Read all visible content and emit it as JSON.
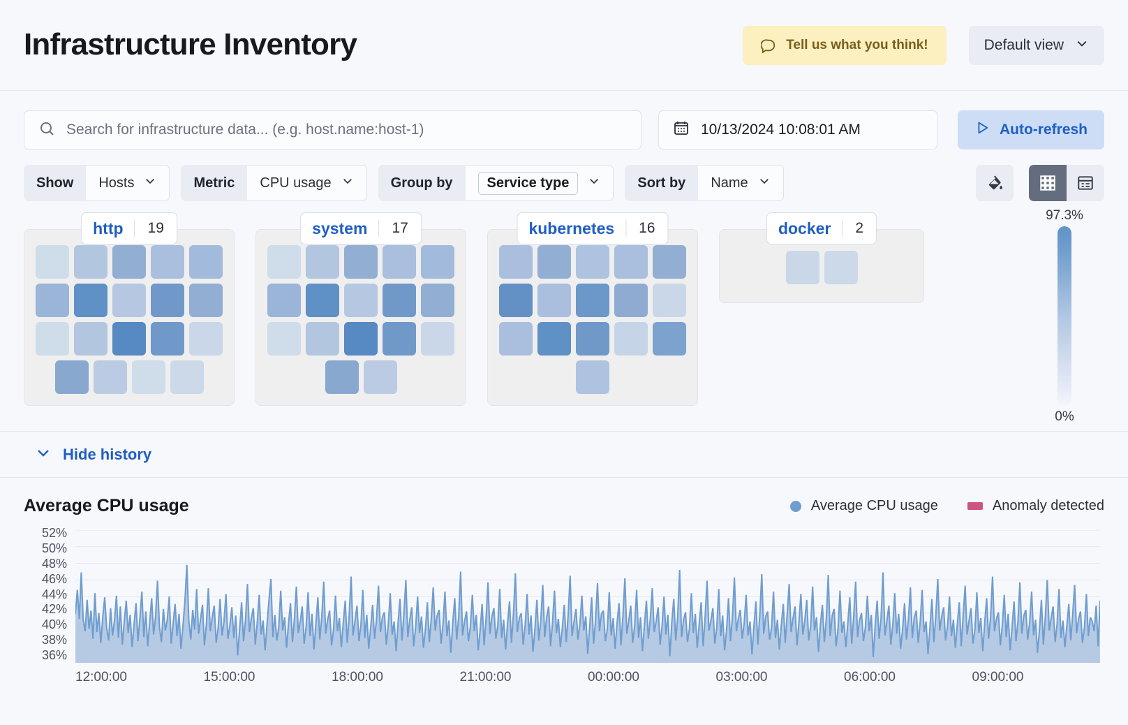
{
  "header": {
    "title": "Infrastructure Inventory",
    "feedback_label": "Tell us what you think!",
    "feedback_icon": "comment-icon",
    "view_label": "Default view",
    "view_icon": "chevron-down-icon"
  },
  "search": {
    "placeholder": "Search for infrastructure data... (e.g. host.name:host-1)",
    "value": "",
    "icon": "search-icon"
  },
  "datepicker": {
    "value": "10/13/2024 10:08:01 AM",
    "icon": "calendar-icon"
  },
  "refresh": {
    "label": "Auto-refresh",
    "icon": "play-icon"
  },
  "filters": [
    {
      "label": "Show",
      "value": "Hosts",
      "boxed": false,
      "icon": "chevron-down-icon"
    },
    {
      "label": "Metric",
      "value": "CPU usage",
      "boxed": false,
      "icon": "chevron-down-icon"
    },
    {
      "label": "Group by",
      "value": "Service type",
      "boxed": true,
      "icon": "chevron-down-icon"
    },
    {
      "label": "Sort by",
      "value": "Name",
      "boxed": false,
      "icon": "chevron-down-icon"
    }
  ],
  "toolbar": {
    "palette_icon": "paint-bucket-icon",
    "grid_view_icon": "grid-view-icon",
    "table_view_icon": "table-view-icon",
    "active_view": "grid"
  },
  "legend_scale": {
    "max_label": "97.3%",
    "min_label": "0%"
  },
  "groups": [
    {
      "name": "http",
      "count": "19",
      "rows": [
        [
          "#cfdcea",
          "#b3c6e0",
          "#93aed3",
          "#a9bfdd",
          "#a2badb"
        ],
        [
          "#9bb5d8",
          "#5f90c6",
          "#b6c8e1",
          "#7099ca",
          "#93aed3"
        ],
        [
          "#cfdcea",
          "#b3c6e0",
          "#5789c2",
          "#7099ca",
          "#c9d7e8"
        ],
        [
          "#88a8d0",
          "#bbcbe3",
          "#cfdcea",
          "#cbd9e9"
        ]
      ]
    },
    {
      "name": "system",
      "count": "17",
      "rows": [
        [
          "#cfdcea",
          "#b3c6e0",
          "#93aed3",
          "#a9bfdd",
          "#a2badb"
        ],
        [
          "#9bb5d8",
          "#5f90c6",
          "#b6c8e1",
          "#7099ca",
          "#93aed3"
        ],
        [
          "#cfdcea",
          "#b3c6e0",
          "#5789c2",
          "#7099ca",
          "#c9d7e8"
        ],
        [
          "#88a8d0",
          "#bbcbe3"
        ]
      ]
    },
    {
      "name": "kubernetes",
      "count": "16",
      "rows": [
        [
          "#a9bfdd",
          "#93aed3",
          "#aec3df",
          "#a9bfdd",
          "#93aed3"
        ],
        [
          "#6391c6",
          "#a9bfdd",
          "#6b97c9",
          "#8fabd2",
          "#c9d7e8"
        ],
        [
          "#a9bfdd",
          "#5f90c6",
          "#7099ca",
          "#c5d5e7",
          "#7ca2ce"
        ],
        [
          "#aec3df"
        ]
      ]
    },
    {
      "name": "docker",
      "count": "2",
      "rows": [
        [
          "#c9d7e8",
          "#cbd9e9"
        ]
      ]
    }
  ],
  "history_toggle": {
    "label": "Hide history",
    "icon": "chevron-down-icon"
  },
  "chart_data": {
    "type": "area",
    "title": "Average CPU usage",
    "xlabel": "",
    "ylabel": "",
    "ylim": [
      36,
      52
    ],
    "grid": true,
    "legend_position": "top-right",
    "legend": [
      {
        "name": "Average CPU usage",
        "color": "#6f9dd0",
        "marker": "dot"
      },
      {
        "name": "Anomaly detected",
        "color": "#cc5480",
        "marker": "square"
      }
    ],
    "ytick_labels": [
      "52%",
      "50%",
      "48%",
      "46%",
      "44%",
      "42%",
      "40%",
      "38%",
      "36%"
    ],
    "ytick_values": [
      52,
      50,
      48,
      46,
      44,
      42,
      40,
      38,
      36
    ],
    "xtick_labels": [
      "12:00:00",
      "15:00:00",
      "18:00:00",
      "21:00:00",
      "00:00:00",
      "03:00:00",
      "06:00:00",
      "09:00:00"
    ],
    "series": [
      {
        "name": "Average CPU usage",
        "color": "#6f9dd0",
        "fill": "#aac3de",
        "values": [
          41.9,
          44.8,
          41.3,
          46.9,
          41.2,
          39.8,
          43.6,
          40.1,
          42.3,
          38.9,
          44.4,
          39.7,
          42.0,
          38.4,
          41.5,
          43.9,
          40.2,
          38.7,
          42.6,
          39.3,
          41.1,
          44.1,
          39.0,
          42.8,
          38.2,
          41.0,
          43.5,
          39.6,
          41.8,
          37.9,
          40.6,
          43.2,
          38.6,
          41.4,
          44.6,
          39.1,
          42.2,
          38.0,
          40.9,
          43.8,
          39.4,
          41.6,
          45.9,
          40.3,
          38.5,
          42.5,
          39.9,
          41.2,
          44.0,
          38.3,
          40.8,
          43.1,
          39.2,
          41.9,
          37.7,
          40.4,
          43.4,
          47.8,
          41.1,
          38.8,
          42.4,
          40.0,
          44.9,
          39.5,
          41.3,
          43.0,
          38.1,
          40.7,
          45.0,
          39.8,
          41.5,
          42.9,
          38.4,
          40.2,
          43.7,
          39.3,
          41.0,
          44.3,
          38.9,
          40.5,
          42.7,
          39.0,
          41.7,
          36.9,
          40.1,
          43.3,
          38.6,
          41.2,
          45.5,
          39.7,
          41.4,
          42.6,
          38.2,
          40.9,
          44.2,
          39.4,
          41.1,
          37.5,
          40.6,
          43.6,
          46.1,
          39.1,
          41.8,
          38.7,
          40.3,
          44.7,
          39.9,
          41.5,
          37.8,
          40.8,
          43.2,
          38.5,
          41.3,
          45.2,
          39.6,
          41.0,
          42.8,
          38.3,
          40.4,
          44.5,
          39.2,
          41.9,
          37.6,
          40.7,
          43.9,
          38.8,
          41.6,
          45.8,
          39.5,
          41.2,
          42.3,
          38.1,
          40.0,
          44.1,
          39.8,
          41.4,
          37.9,
          40.9,
          43.5,
          38.4,
          41.7,
          46.4,
          39.3,
          41.1,
          42.9,
          38.6,
          40.5,
          44.8,
          39.0,
          41.8,
          37.7,
          40.2,
          43.0,
          38.9,
          41.3,
          45.3,
          39.7,
          41.5,
          42.1,
          38.2,
          40.6,
          44.4,
          39.4,
          41.0,
          37.4,
          40.8,
          43.7,
          38.7,
          41.9,
          46.0,
          39.1,
          41.2,
          42.7,
          38.0,
          40.3,
          44.0,
          39.6,
          41.6,
          37.8,
          40.1,
          43.3,
          38.5,
          41.4,
          45.1,
          39.9,
          41.7,
          42.4,
          38.3,
          40.7,
          44.6,
          39.2,
          41.1,
          37.2,
          40.9,
          43.8,
          38.8,
          41.5,
          47.0,
          39.3,
          41.0,
          42.2,
          38.6,
          40.4,
          44.2,
          39.8,
          41.8,
          37.5,
          40.0,
          43.1,
          38.1,
          41.3,
          45.7,
          39.5,
          41.6,
          42.6,
          38.9,
          40.5,
          44.9,
          39.0,
          41.2,
          37.6,
          40.8,
          43.4,
          38.4,
          41.9,
          46.8,
          39.7,
          41.4,
          42.0,
          38.2,
          40.6,
          44.3,
          39.4,
          41.7,
          37.3,
          40.1,
          43.6,
          38.7,
          41.1,
          45.4,
          39.1,
          41.5,
          42.8,
          38.0,
          40.9,
          44.7,
          39.6,
          41.3,
          37.9,
          40.2,
          43.0,
          38.5,
          41.8,
          46.5,
          39.2,
          41.0,
          42.5,
          38.8,
          40.7,
          44.1,
          39.9,
          41.6,
          37.1,
          40.3,
          43.9,
          38.3,
          41.2,
          45.6,
          39.8,
          41.9,
          42.3,
          38.6,
          40.0,
          44.5,
          39.3,
          41.4,
          37.7,
          40.8,
          43.2,
          38.1,
          41.7,
          46.2,
          39.5,
          41.1,
          42.9,
          38.4,
          40.5,
          44.8,
          39.0,
          41.5,
          37.4,
          40.6,
          43.5,
          38.9,
          41.3,
          45.0,
          39.7,
          41.0,
          42.7,
          38.2,
          40.4,
          44.0,
          39.4,
          41.8,
          36.8,
          40.9,
          43.7,
          38.7,
          41.6,
          47.2,
          39.1,
          41.2,
          42.1,
          38.5,
          40.1,
          44.4,
          39.6,
          41.9,
          37.8,
          40.7,
          43.3,
          38.0,
          41.4,
          45.9,
          39.9,
          41.1,
          42.6,
          38.3,
          40.3,
          44.9,
          39.2,
          41.7,
          37.5,
          40.0,
          43.8,
          38.6,
          41.5,
          46.3,
          39.8,
          41.3,
          42.4,
          38.9,
          40.8,
          44.2,
          39.3,
          41.0,
          37.0,
          40.5,
          43.4,
          38.2,
          41.8,
          46.7,
          39.5,
          41.6,
          42.2,
          38.8,
          40.2,
          44.6,
          39.0,
          41.2,
          37.6,
          40.6,
          43.1,
          38.4,
          41.9,
          45.5,
          39.7,
          41.4,
          42.8,
          38.1,
          40.9,
          44.3,
          39.4,
          41.1,
          43.6,
          38.7,
          40.4,
          45.2,
          39.9,
          41.5,
          37.3,
          40.7,
          43.0,
          38.5,
          41.3,
          46.6,
          39.2,
          41.7,
          42.5,
          38.0,
          40.1,
          44.7,
          39.6,
          41.0,
          37.9,
          40.8,
          43.9,
          38.3,
          41.6,
          45.8,
          39.1,
          41.2,
          42.0,
          38.6,
          40.3,
          44.1,
          39.8,
          41.8,
          36.7,
          40.5,
          43.5,
          38.9,
          41.4,
          46.9,
          39.3,
          41.1,
          42.9,
          38.2,
          40.6,
          44.4,
          39.5,
          41.9,
          37.7,
          40.0,
          43.2,
          38.8,
          41.3,
          45.1,
          39.0,
          41.5,
          42.3,
          38.4,
          40.9,
          44.8,
          39.7,
          41.0,
          37.1,
          40.2,
          43.7,
          38.5,
          41.7,
          46.1,
          39.9,
          41.6,
          42.7,
          38.7,
          40.4,
          44.0,
          39.2,
          41.2,
          37.8,
          40.7,
          43.3,
          38.0,
          41.8,
          45.3,
          39.4,
          41.1,
          42.6,
          38.3,
          40.1,
          44.5,
          39.6,
          41.4,
          37.4,
          40.8,
          43.8,
          38.9,
          41.5,
          46.4,
          39.8,
          41.3,
          42.1,
          38.1,
          40.5,
          44.2,
          39.1,
          41.9,
          37.5,
          40.3,
          43.4,
          38.6,
          41.0,
          45.7,
          39.5,
          41.7,
          42.4,
          38.8,
          40.9,
          44.6,
          39.3,
          41.2,
          37.2,
          40.0,
          43.6,
          38.2,
          41.6,
          46.0,
          39.9,
          41.4,
          42.8,
          38.5,
          40.6,
          44.9,
          39.0,
          41.1,
          37.9,
          40.4,
          43.1,
          38.7,
          41.8,
          45.4,
          39.6,
          41.3,
          42.2,
          38.4,
          40.2,
          44.3,
          39.2,
          41.5,
          41.0,
          39.8,
          42.9,
          38.0,
          43.5
        ]
      }
    ]
  }
}
